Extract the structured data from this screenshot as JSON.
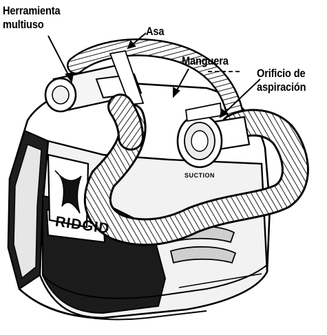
{
  "labels": {
    "multitool_line1": "Herramienta",
    "multitool_line2": "multiuso",
    "handle": "Asa",
    "hose": "Manguera",
    "suction_line1": "Orificio de",
    "suction_line2": "aspiración"
  },
  "device": {
    "brand": "RIDGID",
    "port_text": "SUCTION"
  },
  "colors": {
    "ink": "#000000",
    "body_gray": "#d9d9d9",
    "background": "#ffffff"
  }
}
